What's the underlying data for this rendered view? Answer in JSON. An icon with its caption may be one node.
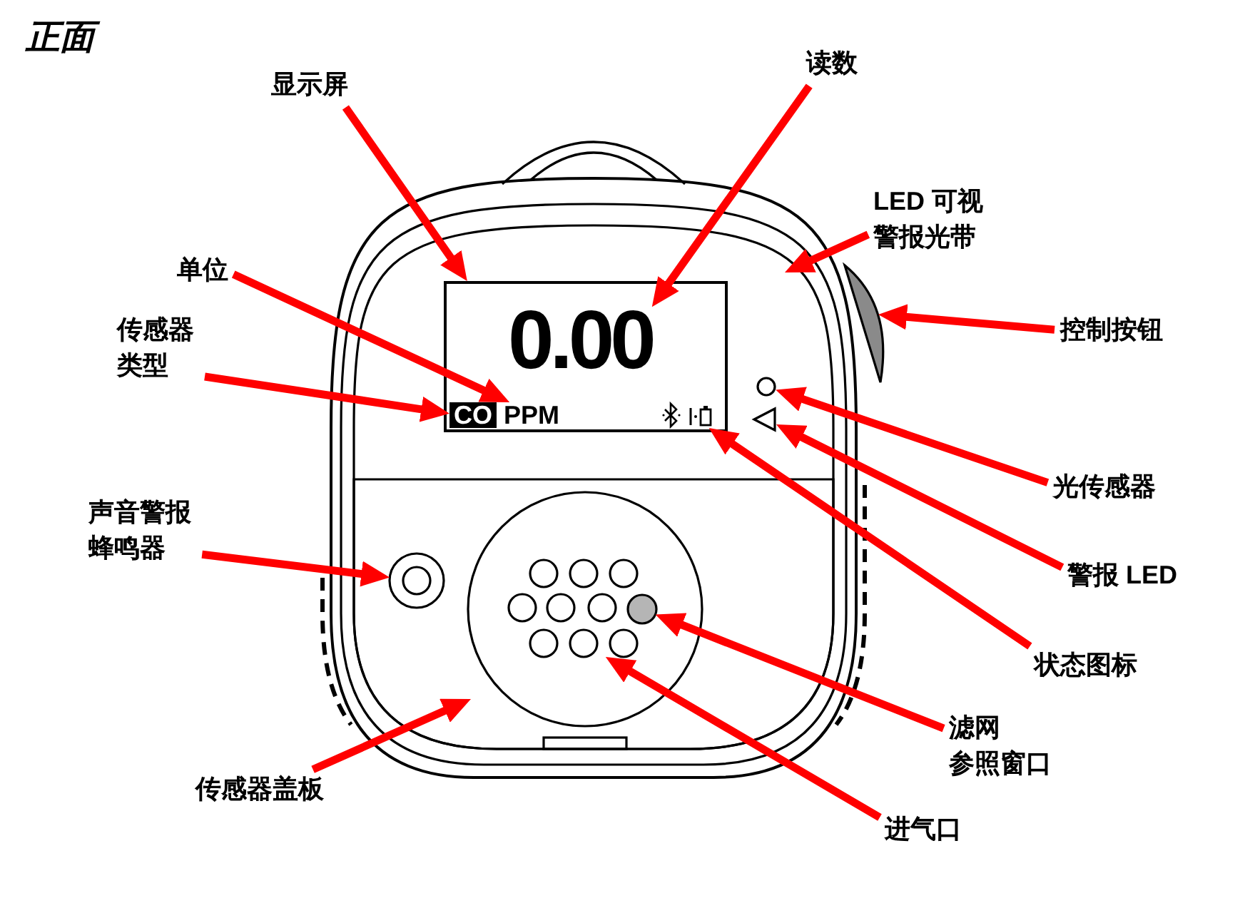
{
  "diagram": {
    "title": "正面",
    "nodes": [
      {
        "text": [
          "显示屏"
        ]
      },
      {
        "text": [
          "读数"
        ]
      },
      {
        "text": [
          "LED 可视警报光带"
        ]
      },
      {
        "text": [
          "单位"
        ]
      },
      {
        "text": [
          "传感器类型"
        ]
      },
      {
        "text": [
          "控制按钮"
        ]
      },
      {
        "text": [
          "光传感器"
        ]
      },
      {
        "text": [
          "声音警报蜂鸣器"
        ]
      },
      {
        "text": [
          "警报 LED"
        ]
      },
      {
        "text": [
          "状态图标"
        ]
      },
      {
        "text": [
          "滤网参照窗口"
        ]
      },
      {
        "text": [
          "传感器盖板"
        ]
      },
      {
        "text": [
          "进气口"
        ]
      },
      {
        "text": [],
        "shape": "bar"
      },
      {
        "text": [],
        "shape": "box"
      },
      {
        "text": [
          "0.00"
        ],
        "in": 14
      },
      {
        "text": [
          "CO"
        ],
        "in": 14
      },
      {
        "text": [
          "PPM"
        ],
        "in": 14
      },
      {
        "text": [],
        "shape": "picture",
        "in": 14
      },
      {
        "text": [],
        "shape": "circle"
      },
      {
        "text": [],
        "shape": "triangle"
      },
      {
        "text": [],
        "shape": "box"
      },
      {
        "text": [],
        "shape": "circle",
        "in": 21
      },
      {
        "text": [],
        "shape": "circle",
        "in": 21
      },
      {
        "text": [],
        "shape": "circle",
        "in": 21
      }
    ],
    "edges": [
      {
        "from": 0,
        "to": 14,
        "arrow": "to"
      },
      {
        "from": 1,
        "to": 15,
        "arrow": "to"
      },
      {
        "from": 2,
        "to": null,
        "arrow": "to"
      },
      {
        "from": 3,
        "to": 17,
        "arrow": "to"
      },
      {
        "from": 4,
        "to": 16,
        "arrow": "to"
      },
      {
        "from": 5,
        "to": 13,
        "arrow": "to"
      },
      {
        "from": 6,
        "to": 19,
        "arrow": "to"
      },
      {
        "from": 7,
        "to": 22,
        "arrow": "to"
      },
      {
        "from": 8,
        "to": 20,
        "arrow": "to"
      },
      {
        "from": 9,
        "to": 18,
        "arrow": "to"
      },
      {
        "from": 10,
        "to": 24,
        "arrow": "to"
      },
      {
        "from": 11,
        "to": 21,
        "arrow": "to"
      },
      {
        "from": 12,
        "to": 23,
        "arrow": "to"
      }
    ]
  }
}
